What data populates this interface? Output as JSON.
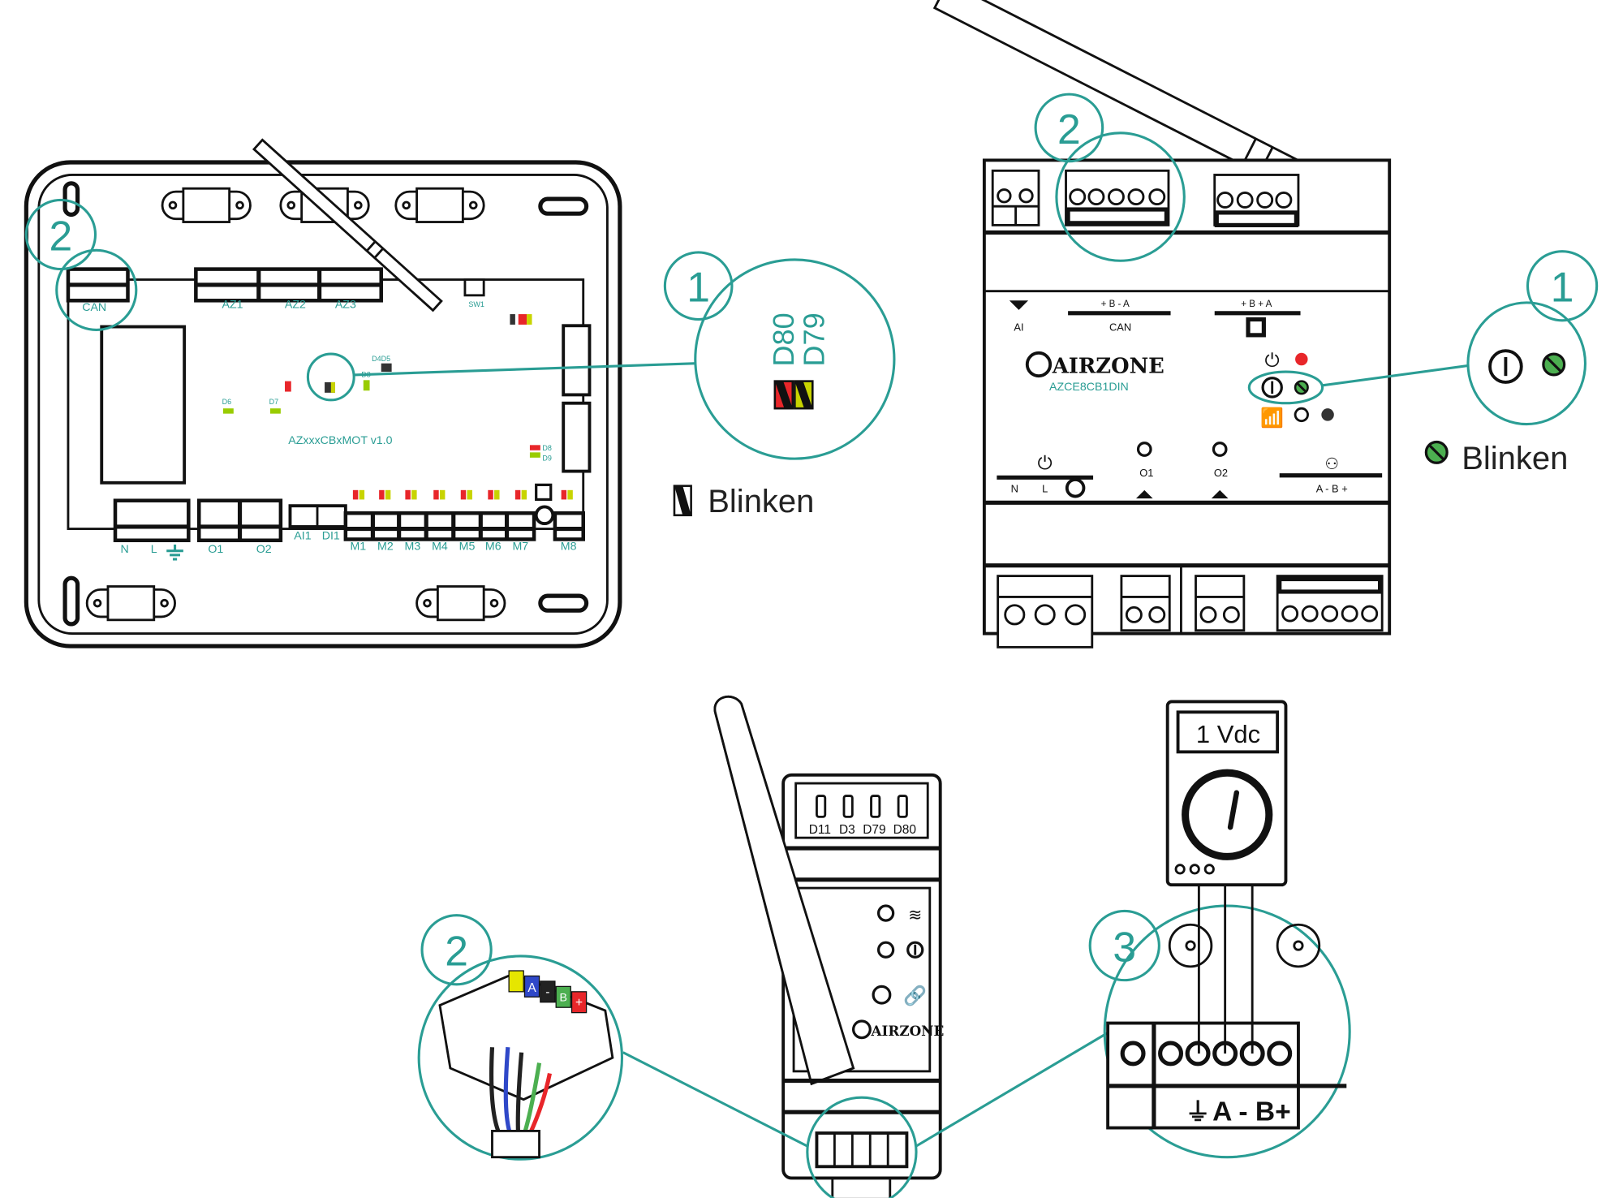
{
  "colors": {
    "accent": "#2a9d94",
    "led_red": "#e8262a",
    "led_green": "#4caf50",
    "led_yellow": "#c8d400"
  },
  "panel_board": {
    "callouts": [
      "2",
      "1"
    ],
    "connectors": {
      "can": "CAN",
      "az1": "AZ1",
      "az2": "AZ2",
      "az3": "AZ3",
      "sw1": "SW1",
      "n": "N",
      "l": "L",
      "o1": "O1",
      "o2": "O2",
      "ai1": "AI1",
      "di1": "DI1",
      "motors": [
        "M1",
        "M2",
        "M3",
        "M4",
        "M5",
        "M6",
        "M7"
      ],
      "m8": "M8"
    },
    "leds": {
      "d6": "D6",
      "d7": "D7",
      "d3": "D3",
      "d4d5": "D4D5",
      "d8": "D8",
      "d9": "D9"
    },
    "board_label": "AZxxxCBxMOT v1.0",
    "zoom_leds": [
      "D80",
      "D79"
    ],
    "blink_label": "Blinken"
  },
  "panel_din": {
    "callouts": [
      "2",
      "1"
    ],
    "top_labels": {
      "ai": "AI",
      "can_pins": "+  B  -  A",
      "can": "CAN",
      "bus_pins": "+  B  +  A"
    },
    "brand": "AIRZONE",
    "model": "AZCE8CB1DIN",
    "bottom_labels": {
      "n": "N",
      "l": "L",
      "o1": "O1",
      "o2": "O2",
      "bus_pins": "A  -  B  +"
    },
    "blink_label": "Blinken"
  },
  "panel_gateway": {
    "led_labels": [
      "D11",
      "D3",
      "D79",
      "D80"
    ],
    "brand": "AIRZONE",
    "callouts": [
      "2",
      "3"
    ],
    "multimeter_reading": "1 Vdc",
    "terminal_label": "A - B+",
    "wire_tags": [
      "A",
      "-",
      "B",
      "+"
    ]
  }
}
